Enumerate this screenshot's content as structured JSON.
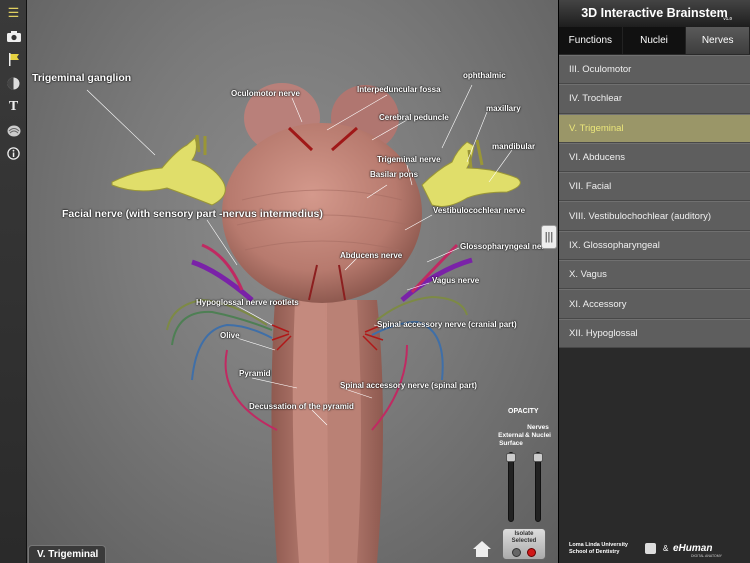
{
  "toolbar": {
    "items": [
      "list-icon",
      "camera-icon",
      "flag-icon",
      "sphere-icon",
      "text-icon",
      "brain-icon",
      "info-icon"
    ],
    "glyphs": [
      "☰",
      "📷",
      "⚑",
      "◑",
      "T",
      "◎",
      "ⓘ"
    ]
  },
  "viewport": {
    "labels": {
      "trigeminal_ganglion": "Trigeminal ganglion",
      "oculomotor_nerve": "Oculomotor nerve",
      "interpeduncular_fossa": "Interpeduncular fossa",
      "ophthalmic": "ophthalmic",
      "maxillary": "maxillary",
      "cerebral_peduncle": "Cerebral peduncle",
      "mandibular": "mandibular",
      "trigeminal_nerve": "Trigeminal nerve",
      "basilar_pons": "Basilar pons",
      "facial_nerve": "Facial nerve (with sensory part -nervus intermedius)",
      "vestibulocochlear_nerve": "Vestibulocochlear nerve",
      "glossopharyngeal_nerve": "Glossopharyngeal ner",
      "abducens_nerve": "Abducens nerve",
      "vagus_nerve": "Vagus nerve",
      "hypoglossal_rootlets": "Hypoglossal nerve rootlets",
      "spinal_accessory_cranial": "Spinal accessory nerve (cranial part)",
      "olive": "Olive",
      "pyramid": "Pyramid",
      "spinal_accessory_spinal": "Spinal accessory nerve (spinal part)",
      "decussation": "Decussation of the pyramid"
    },
    "selected_tab": "V. Trigeminal",
    "opacity": {
      "title": "OPACITY",
      "external_surface": "External Surface",
      "nerves_nuclei": "Nerves & Nuclei",
      "external_surface_level": 1.0,
      "nerves_nuclei_level": 1.0
    },
    "isolate_button": "Isolate Selected",
    "split_handle": "|||"
  },
  "panel": {
    "title": "3D Interactive Brainstem",
    "version": "v1.0",
    "tabs": [
      {
        "label": "Functions",
        "active": false
      },
      {
        "label": "Nuclei",
        "active": false
      },
      {
        "label": "Nerves",
        "active": true
      }
    ],
    "nerves": [
      {
        "label": "III. Oculomotor",
        "selected": false
      },
      {
        "label": "IV. Trochlear",
        "selected": false
      },
      {
        "label": "V. Trigeminal",
        "selected": true
      },
      {
        "label": "VI. Abducens",
        "selected": false
      },
      {
        "label": "VII. Facial",
        "selected": false
      },
      {
        "label": "VIII. Vestibulochochlear (auditory)",
        "selected": false
      },
      {
        "label": "IX. Glossopharyngeal",
        "selected": false
      },
      {
        "label": "X. Vagus",
        "selected": false
      },
      {
        "label": "XI. Accessory",
        "selected": false
      },
      {
        "label": "XII. Hypoglossal",
        "selected": false
      }
    ],
    "footer": {
      "university": "Loma Linda University",
      "school": "School of Dentistry",
      "amp": "&",
      "brand": "eHuman",
      "brand_sub": "DIGITAL ANATOMY"
    }
  },
  "colors": {
    "selected_bg": "#9a9668",
    "selected_text": "#ece77a",
    "brainstem": "#c0857a",
    "trigeminal": "#e0de6a"
  }
}
